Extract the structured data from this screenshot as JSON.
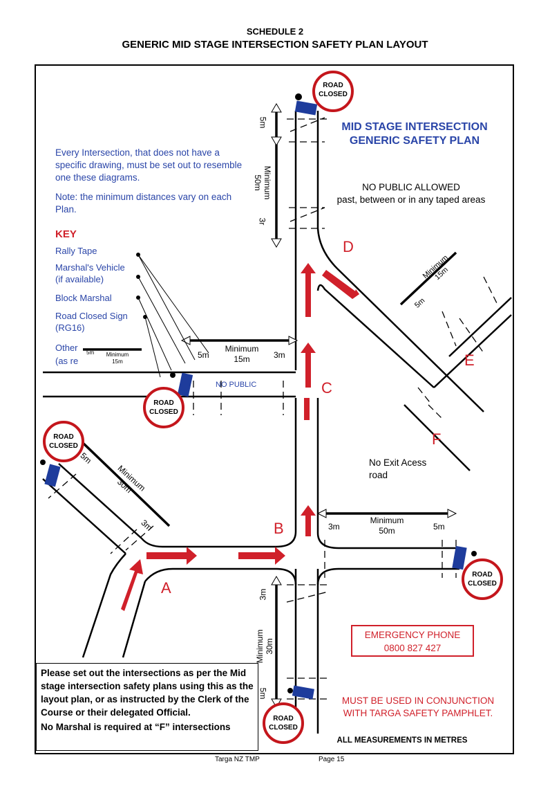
{
  "header": {
    "schedule": "SCHEDULE 2",
    "title": "GENERIC MID STAGE INTERSECTION SAFETY PLAN LAYOUT"
  },
  "intro": {
    "text": "Every Intersection, that does not have a specific drawing, must be set out to resemble one these diagrams.",
    "note": "Note: the minimum distances vary on each Plan."
  },
  "key": {
    "heading": "KEY",
    "items": [
      "Rally Tape",
      "Marshal's Vehicle",
      "(if available)",
      "Block Marshal",
      "Road Closed Sign",
      "(RG16)",
      "Other",
      "(as re"
    ]
  },
  "plan": {
    "heading_line1": "MID STAGE INTERSECTION",
    "heading_line2": "GENERIC SAFETY PLAN",
    "no_public_line1": "NO PUBLIC ALLOWED",
    "no_public_line2": "past, between or in any taped areas"
  },
  "labels": {
    "a": "A",
    "b": "B",
    "c": "C",
    "d": "D",
    "e": "E",
    "f": "F",
    "no_exit_line1": "No Exit Acess",
    "no_exit_line2": "road",
    "no_public_fragment": "NO PUBLIC"
  },
  "road_closed": {
    "line1": "ROAD",
    "line2": "CLOSED"
  },
  "measurements": {
    "m3": "3m",
    "m5": "5m",
    "minimum": "Minimum",
    "m15": "15m",
    "m30": "30m",
    "m50": "50m",
    "m3_frag": "3r",
    "m3_alt": "3m"
  },
  "emergency": {
    "line1": "EMERGENCY PHONE",
    "line2": "0800 827 427"
  },
  "must_use": {
    "line1": "MUST BE USED IN CONJUNCTION",
    "line2": "WITH TARGA SAFETY PAMPHLET."
  },
  "all_measurements": "ALL MEASUREMENTS IN METRES",
  "instructions": {
    "text": "Please set out the intersections as per the Mid stage intersection safety plans using this as the layout plan, or as instructed by the Clerk of the Course or their delegated Official.",
    "note": "No Marshal is required at “F” intersections"
  },
  "footer": {
    "left": "Targa NZ TMP",
    "right": "Page 15"
  },
  "colors": {
    "text_blue": "#2a45a8",
    "arrow_red": "#d0202a",
    "sign_red": "#c4161c",
    "vehicle_blue": "#1e3c9c"
  }
}
